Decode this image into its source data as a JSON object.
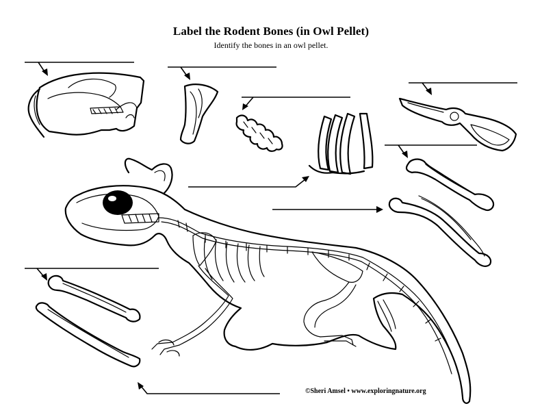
{
  "worksheet": {
    "title": "Label the Rodent Bones (in Owl Pellet)",
    "subtitle": "Identify the bones in an owl pellet.",
    "credit": "©Sheri Amsel • www.exploringnature.org"
  },
  "label_blanks": [
    {
      "name": "skull",
      "value": ""
    },
    {
      "name": "scapula",
      "value": ""
    },
    {
      "name": "vertebrae",
      "value": ""
    },
    {
      "name": "pelvis",
      "value": ""
    },
    {
      "name": "ribs",
      "value": ""
    },
    {
      "name": "femur",
      "value": ""
    },
    {
      "name": "tibia-fibula",
      "value": ""
    },
    {
      "name": "humerus",
      "value": ""
    },
    {
      "name": "radius-ulna",
      "value": ""
    }
  ],
  "icons": [
    "skull-drawing",
    "scapula-drawing",
    "vertebrae-drawing",
    "ribs-drawing",
    "pelvis-drawing",
    "femur-drawing",
    "tibia-fibula-drawing",
    "humerus-drawing",
    "radius-ulna-drawing",
    "rodent-skeleton-drawing"
  ]
}
